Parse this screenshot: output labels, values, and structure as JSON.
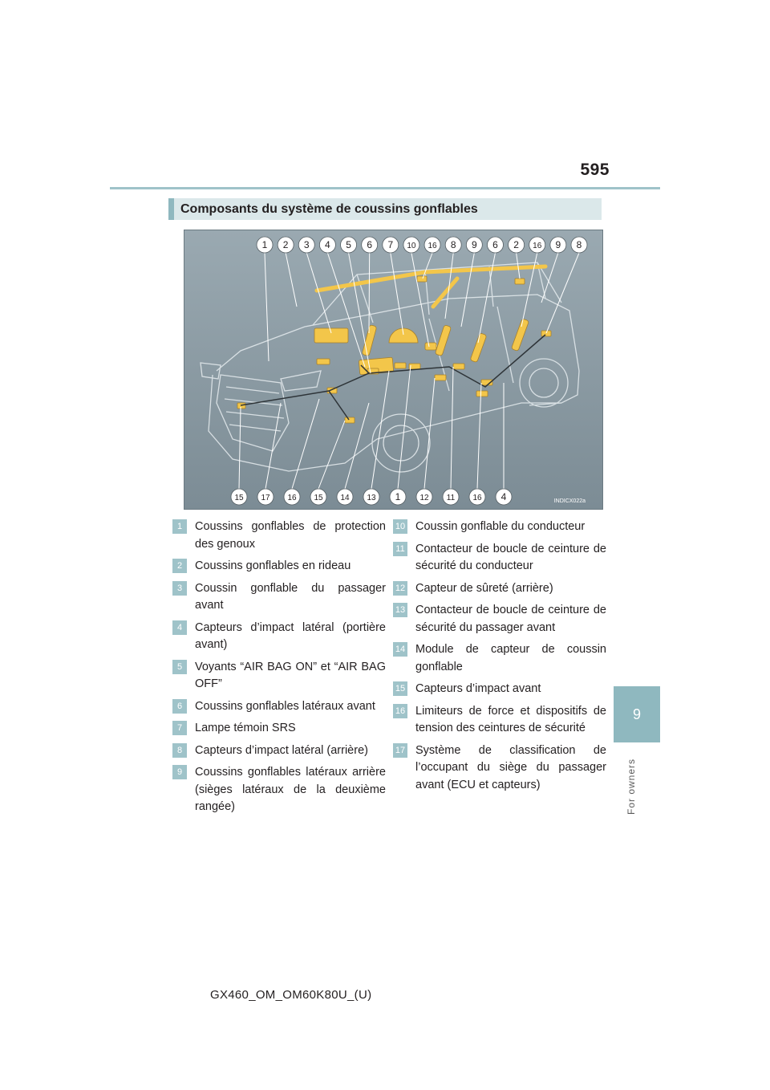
{
  "page_number": "595",
  "side_tab": {
    "number": "9",
    "label": "For owners"
  },
  "section_title": "Composants du système de coussins gonflables",
  "diagram": {
    "top_callouts": [
      "1",
      "2",
      "3",
      "4",
      "5",
      "6",
      "7",
      "10",
      "16",
      "8",
      "9",
      "6",
      "2",
      "16",
      "9",
      "8"
    ],
    "bottom_callouts": [
      "15",
      "17",
      "16",
      "15",
      "14",
      "13",
      "1",
      "12",
      "11",
      "16",
      "4"
    ],
    "image_code": "INDICX022a"
  },
  "legend": {
    "left": [
      {
        "num": "1",
        "text": "Coussins gonflables de protection des genoux"
      },
      {
        "num": "2",
        "text": "Coussins gonflables en rideau"
      },
      {
        "num": "3",
        "text": "Coussin gonflable du passager avant"
      },
      {
        "num": "4",
        "text": "Capteurs d’impact latéral (portière avant)"
      },
      {
        "num": "5",
        "text": "Voyants “AIR BAG ON” et “AIR BAG OFF”"
      },
      {
        "num": "6",
        "text": "Coussins gonflables latéraux avant"
      },
      {
        "num": "7",
        "text": "Lampe témoin SRS"
      },
      {
        "num": "8",
        "text": "Capteurs d’impact latéral (arrière)"
      },
      {
        "num": "9",
        "text": "Coussins gonflables latéraux arrière (sièges latéraux de la deuxième rangée)"
      }
    ],
    "right": [
      {
        "num": "10",
        "text": "Coussin gonflable du conducteur"
      },
      {
        "num": "11",
        "text": "Contacteur de boucle de ceinture de sécurité du conducteur"
      },
      {
        "num": "12",
        "text": "Capteur de sûreté (arrière)"
      },
      {
        "num": "13",
        "text": "Contacteur de boucle de ceinture de sécurité du passager avant"
      },
      {
        "num": "14",
        "text": "Module de capteur de coussin gonflable"
      },
      {
        "num": "15",
        "text": "Capteurs d’impact avant"
      },
      {
        "num": "16",
        "text": "Limiteurs de force et dispositifs de tension des ceintures de sécurité"
      },
      {
        "num": "17",
        "text": "Système de classification de l’occupant du siège du passager avant (ECU et capteurs)"
      }
    ]
  },
  "footer_code": "GX460_OM_OM60K80U_(U)",
  "colors": {
    "accent": "#8fb8bf",
    "header_bg": "#dbe8ea",
    "airbag": "#f3c64a"
  }
}
